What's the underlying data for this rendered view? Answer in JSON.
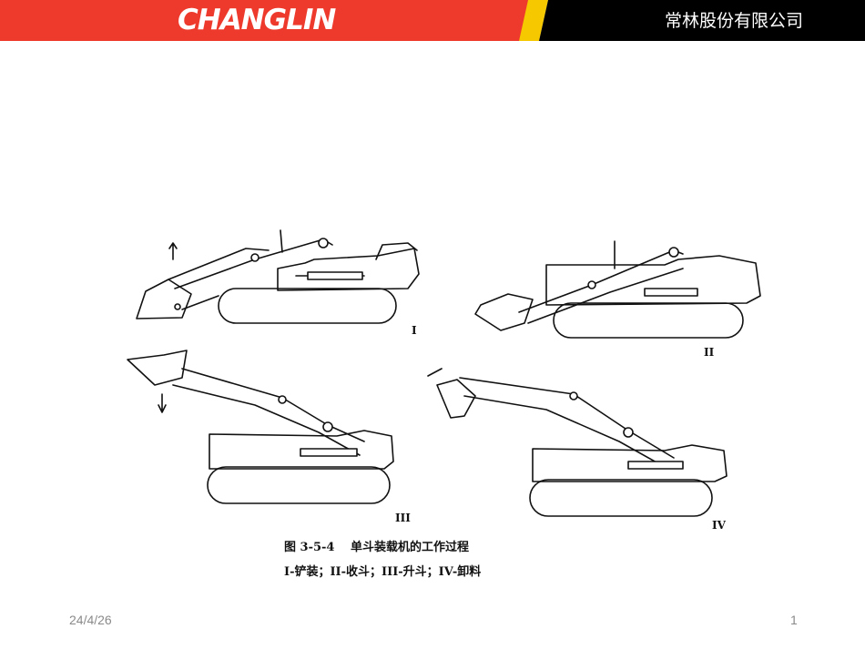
{
  "header": {
    "logo_text": "CHANGLIN",
    "company_name": "常林股份有限公司",
    "colors": {
      "red": "#ee3a2c",
      "yellow": "#f5c800",
      "black": "#000000"
    }
  },
  "figure": {
    "panel_labels": [
      "I",
      "II",
      "III",
      "IV"
    ],
    "caption_line1": "图 3-5-4　 单斗装载机的工作过程",
    "caption_line2": "I-铲装；II-收斗；III-升斗；IV-卸料"
  },
  "footer": {
    "date": "24/4/26",
    "page_number": "1"
  }
}
